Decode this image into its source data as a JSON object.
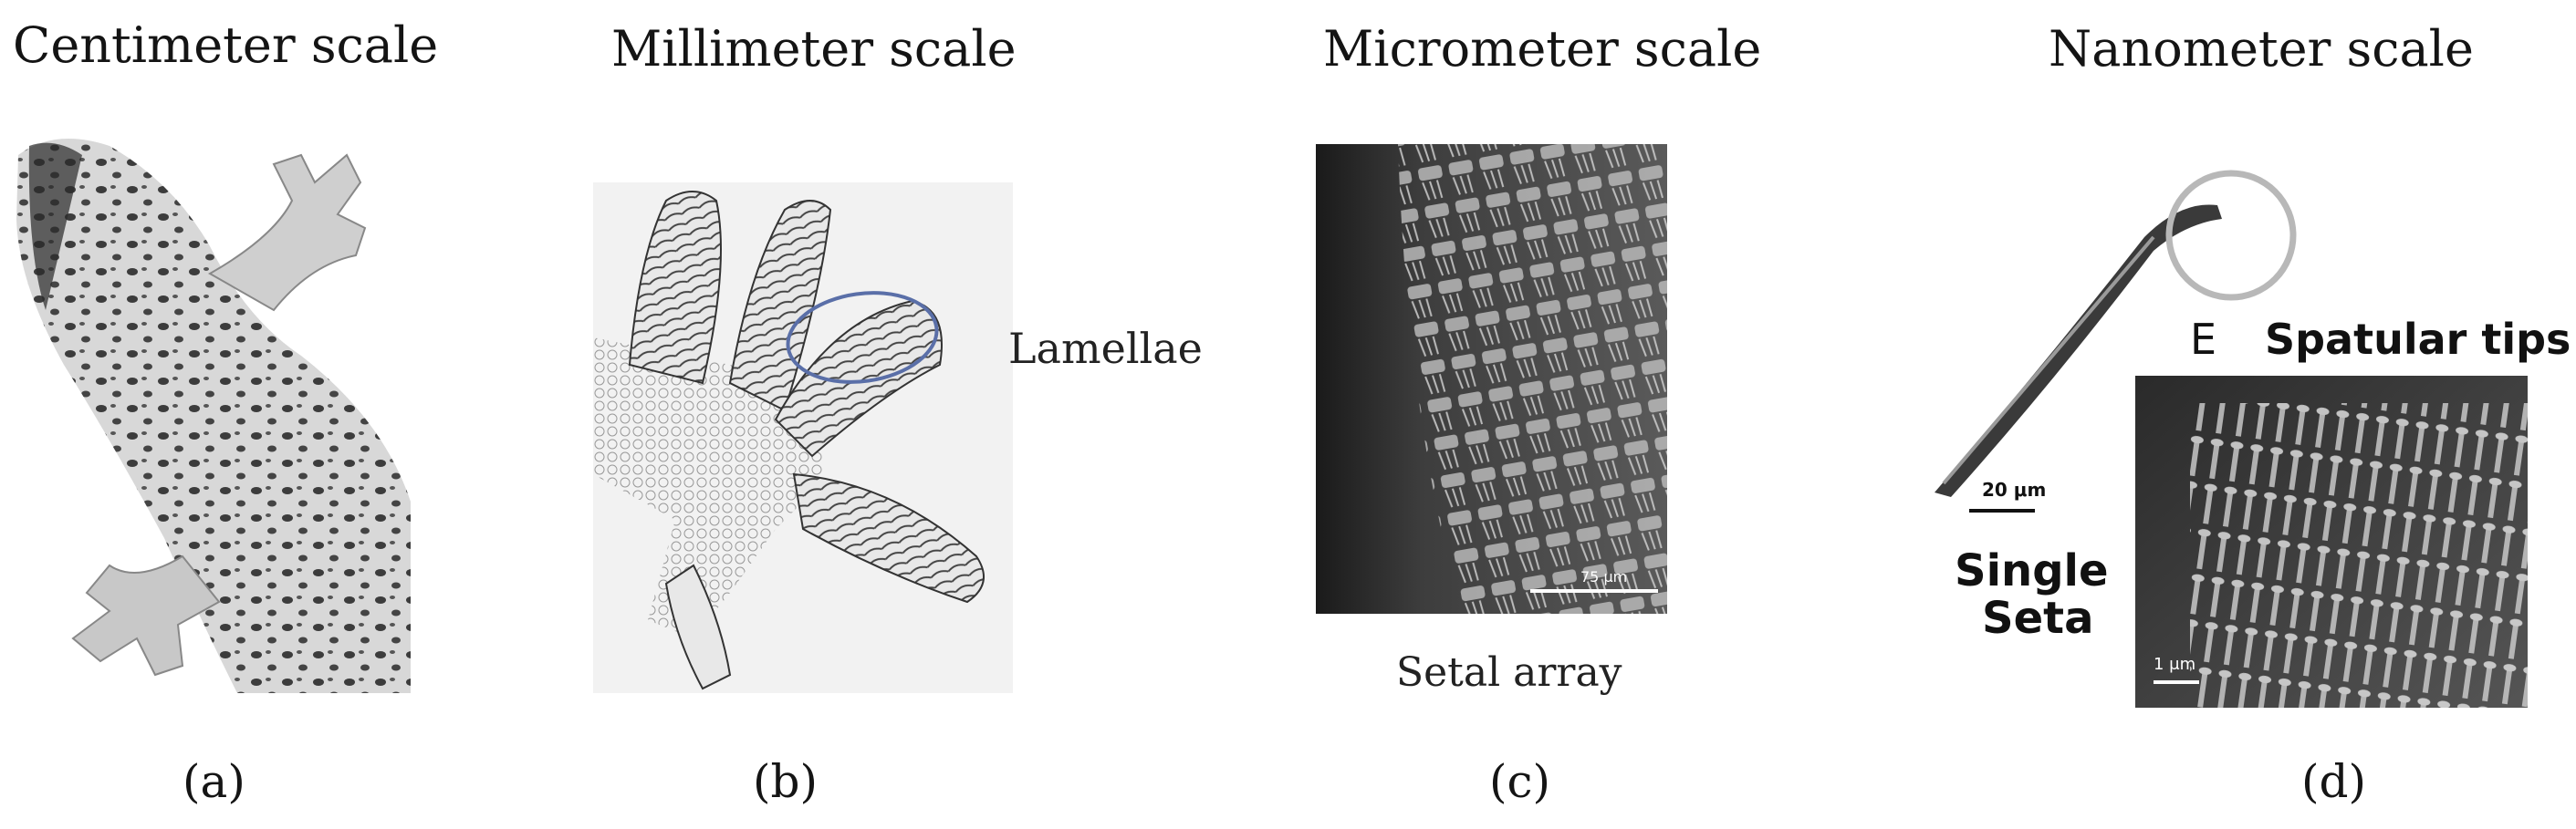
{
  "panels": {
    "a": {
      "title": "Centimeter scale",
      "subfig": "(a)"
    },
    "b": {
      "title": "Millimeter scale",
      "subfig": "(b)",
      "callout": "Lamellae"
    },
    "c": {
      "title": "Micrometer scale",
      "subfig": "(c)",
      "caption": "Setal array",
      "scalebar": "75 μm"
    },
    "d": {
      "title": "Nanometer scale",
      "subfig": "(d)",
      "seta_label_line1": "Single",
      "seta_label_line2": "Seta",
      "seta_scalebar": "20 μm",
      "inset_letter": "E",
      "inset_title": "Spatular tips",
      "inset_scalebar": "1 μm"
    }
  },
  "colors": {
    "highlight_outline": "#5a6fa8",
    "circle": "#b8b8b8",
    "sem_background": "#3a3a3a"
  },
  "icons": [
    "gecko-body-photo",
    "gecko-foot-photo",
    "setal-array-sem",
    "single-seta-sem",
    "spatular-tips-sem"
  ]
}
